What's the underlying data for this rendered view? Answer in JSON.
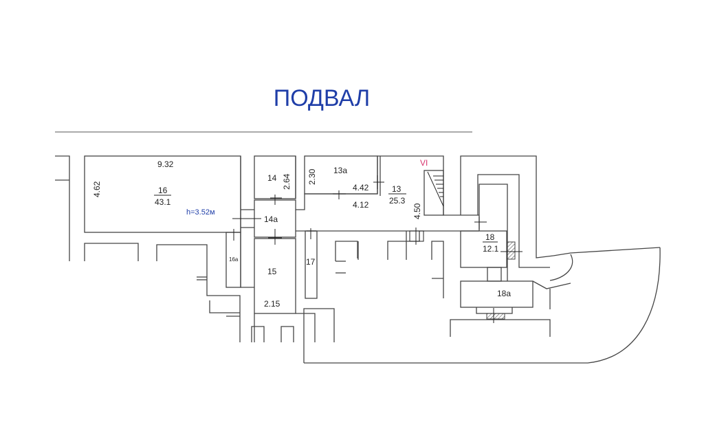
{
  "title": "ПОДВАЛ",
  "rooms": {
    "r16": {
      "number": "16",
      "area": "43.1",
      "width": "9.32",
      "length": "4.62"
    },
    "height_note": "h=3.52м",
    "r14": {
      "number": "14",
      "dim": "2.64"
    },
    "r14a": {
      "number": "14а"
    },
    "r16a": {
      "number": "16а"
    },
    "r15": {
      "number": "15",
      "dim": "2.15"
    },
    "r17": {
      "number": "17"
    },
    "r13a": {
      "number": "13а",
      "dim_a": "2.30",
      "dim_b": "4.42"
    },
    "r13": {
      "number": "13",
      "area": "25.3",
      "dim_a": "4.12",
      "dim_b": "4.50"
    },
    "stair": {
      "label": "VI"
    },
    "r18": {
      "number": "18",
      "area": "12.1"
    },
    "r18a": {
      "number": "18а"
    }
  },
  "colors": {
    "title": "#1f3ea8",
    "height_note": "#1f3ea8",
    "stair_label": "#d6336c"
  }
}
